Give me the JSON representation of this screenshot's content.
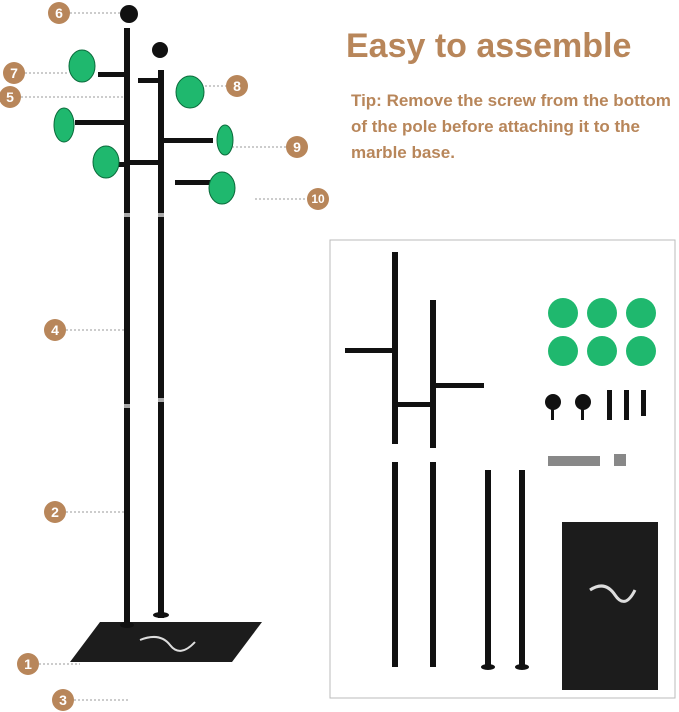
{
  "heading": "Easy to assemble",
  "tip": "Tip: Remove the screw from the bottom of the pole before attaching it to the marble base.",
  "callouts": [
    "1",
    "2",
    "3",
    "4",
    "5",
    "6",
    "7",
    "8",
    "9",
    "10"
  ],
  "colors": {
    "accent": "#b8865a",
    "hook_disc": "#1fb86e",
    "pole": "#111111",
    "marble": "#1c1c1c"
  }
}
